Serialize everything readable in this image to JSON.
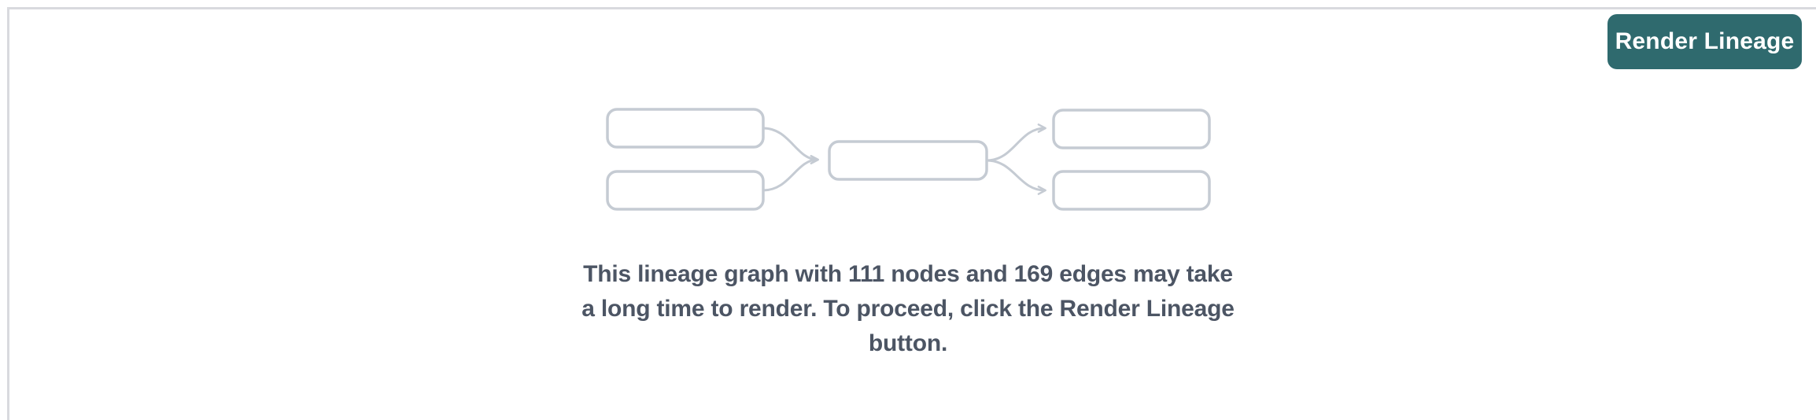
{
  "toolbar": {
    "render_lineage_label": "Render Lineage"
  },
  "placeholder": {
    "node_count": "111",
    "edge_count": "169",
    "message_lines": [
      "This lineage graph with 111 nodes and 169 edges may take",
      "a long time to render. To proceed, click the Render Lineage",
      "button."
    ]
  },
  "colors": {
    "accent_teal": "#2f6a6e",
    "button_text": "#ffffff",
    "panel_border": "#d9dade",
    "node_border": "#c5cbd3",
    "edge": "#c5cbd3",
    "message_text": "#4c5564"
  }
}
